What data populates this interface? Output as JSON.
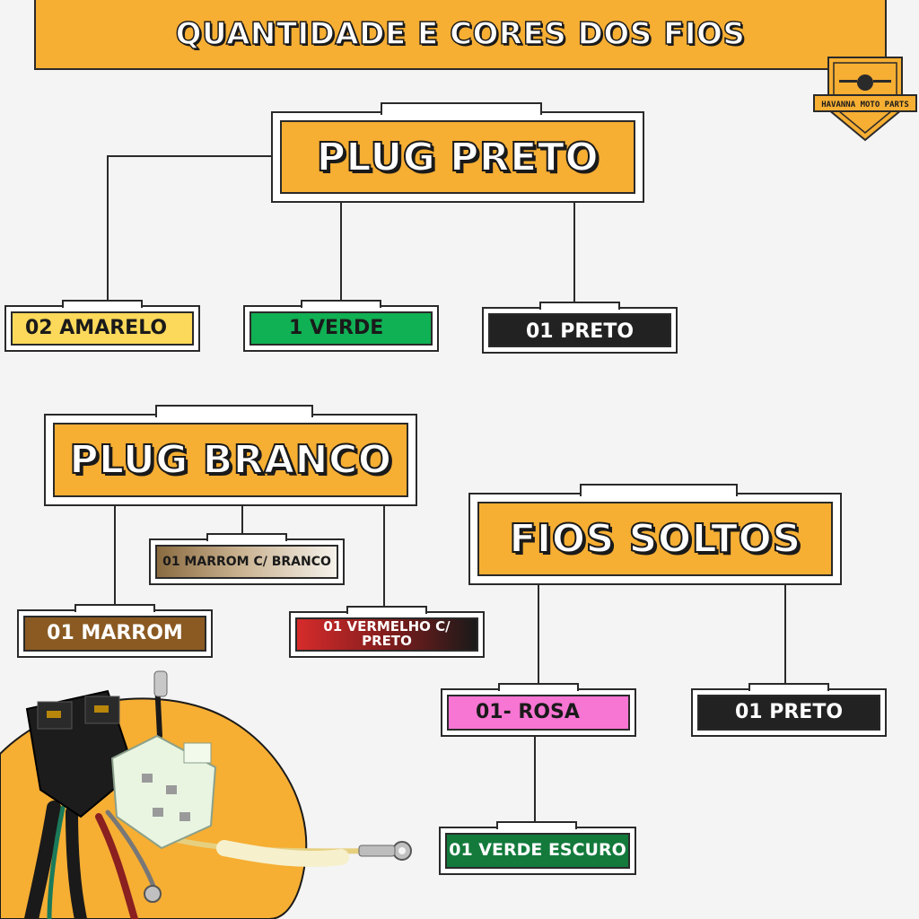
{
  "title": "QUANTIDADE E CORES DOS FIOS",
  "logo": {
    "text": "HAVANNA MOTO PARTS"
  },
  "colors": {
    "orange": "#f6ae33",
    "amarelo": "#fcd95a",
    "verde": "#10b054",
    "preto": "#222222",
    "marrom": "#8a5a22",
    "rosa": "#f775d3",
    "verde_escuro": "#137a3c"
  },
  "groups": [
    {
      "name": "PLUG PRETO",
      "wires": [
        "02 AMARELO",
        "1 VERDE",
        "01 PRETO"
      ]
    },
    {
      "name": "PLUG BRANCO",
      "wires": [
        "01 MARROM C/ BRANCO",
        "01 MARROM",
        "01 VERMELHO C/ PRETO"
      ]
    },
    {
      "name": "FIOS SOLTOS",
      "wires": [
        "01- ROSA",
        "01 PRETO",
        "01 VERDE ESCURO"
      ]
    }
  ]
}
